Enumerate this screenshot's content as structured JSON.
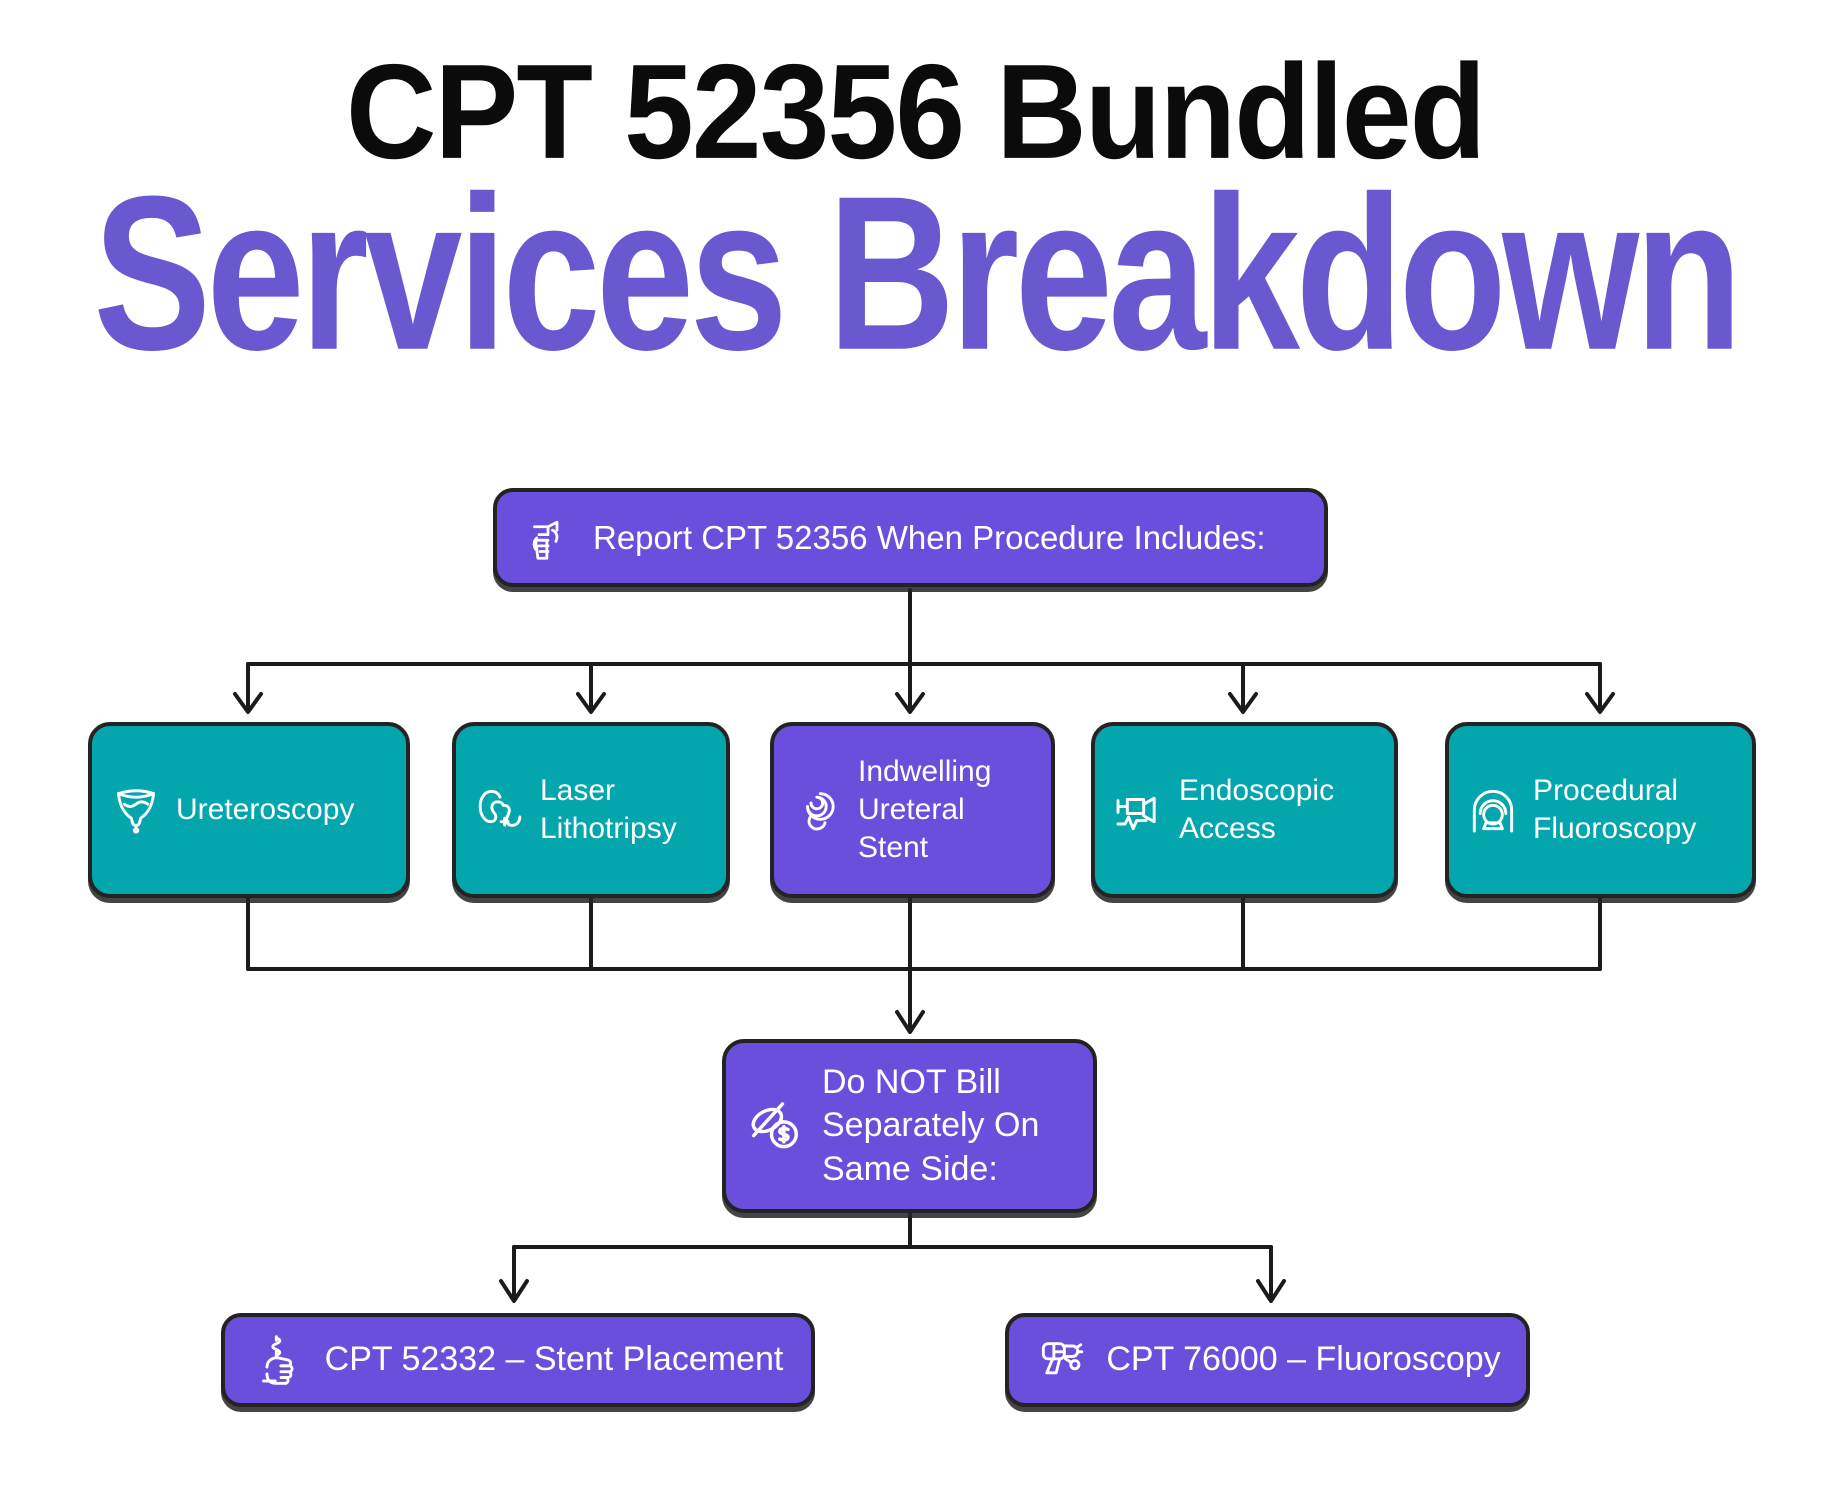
{
  "title": {
    "line1": "CPT 52356 Bundled",
    "line2": "Services Breakdown"
  },
  "colors": {
    "teal": "#04A6AE",
    "purple": "#6A4EDC",
    "title_purple": "#6A58D1",
    "title_black": "#0B0B0B",
    "box_border": "#232323",
    "connector_line": "#1B1B1B",
    "box_text": "#FFFFFF"
  },
  "flowchart": {
    "root": {
      "label": "Report CPT 52356 When Procedure Includes:",
      "icon": "hand-writing-report-icon",
      "variant": "purple"
    },
    "services": [
      {
        "label": "Ureteroscopy",
        "icon": "ureteroscope-icon",
        "variant": "teal"
      },
      {
        "label": "Laser Lithotripsy",
        "icon": "kidney-laser-icon",
        "variant": "teal"
      },
      {
        "label": "Indwelling Ureteral Stent",
        "icon": "stent-coil-icon",
        "variant": "purple"
      },
      {
        "label": "Endoscopic Access",
        "icon": "endoscope-icon",
        "variant": "teal"
      },
      {
        "label": "Procedural Fluoroscopy",
        "icon": "c-arm-fluoroscopy-icon",
        "variant": "teal"
      }
    ],
    "warning": {
      "label": "Do NOT Bill Separately On Same Side:",
      "icon": "no-billing-icon",
      "variant": "purple"
    },
    "excluded": [
      {
        "label": "CPT 52332 – Stent Placement",
        "icon": "stent-placement-hand-icon",
        "variant": "purple"
      },
      {
        "label": "CPT 76000 – Fluoroscopy",
        "icon": "xray-machine-icon",
        "variant": "purple"
      }
    ]
  }
}
